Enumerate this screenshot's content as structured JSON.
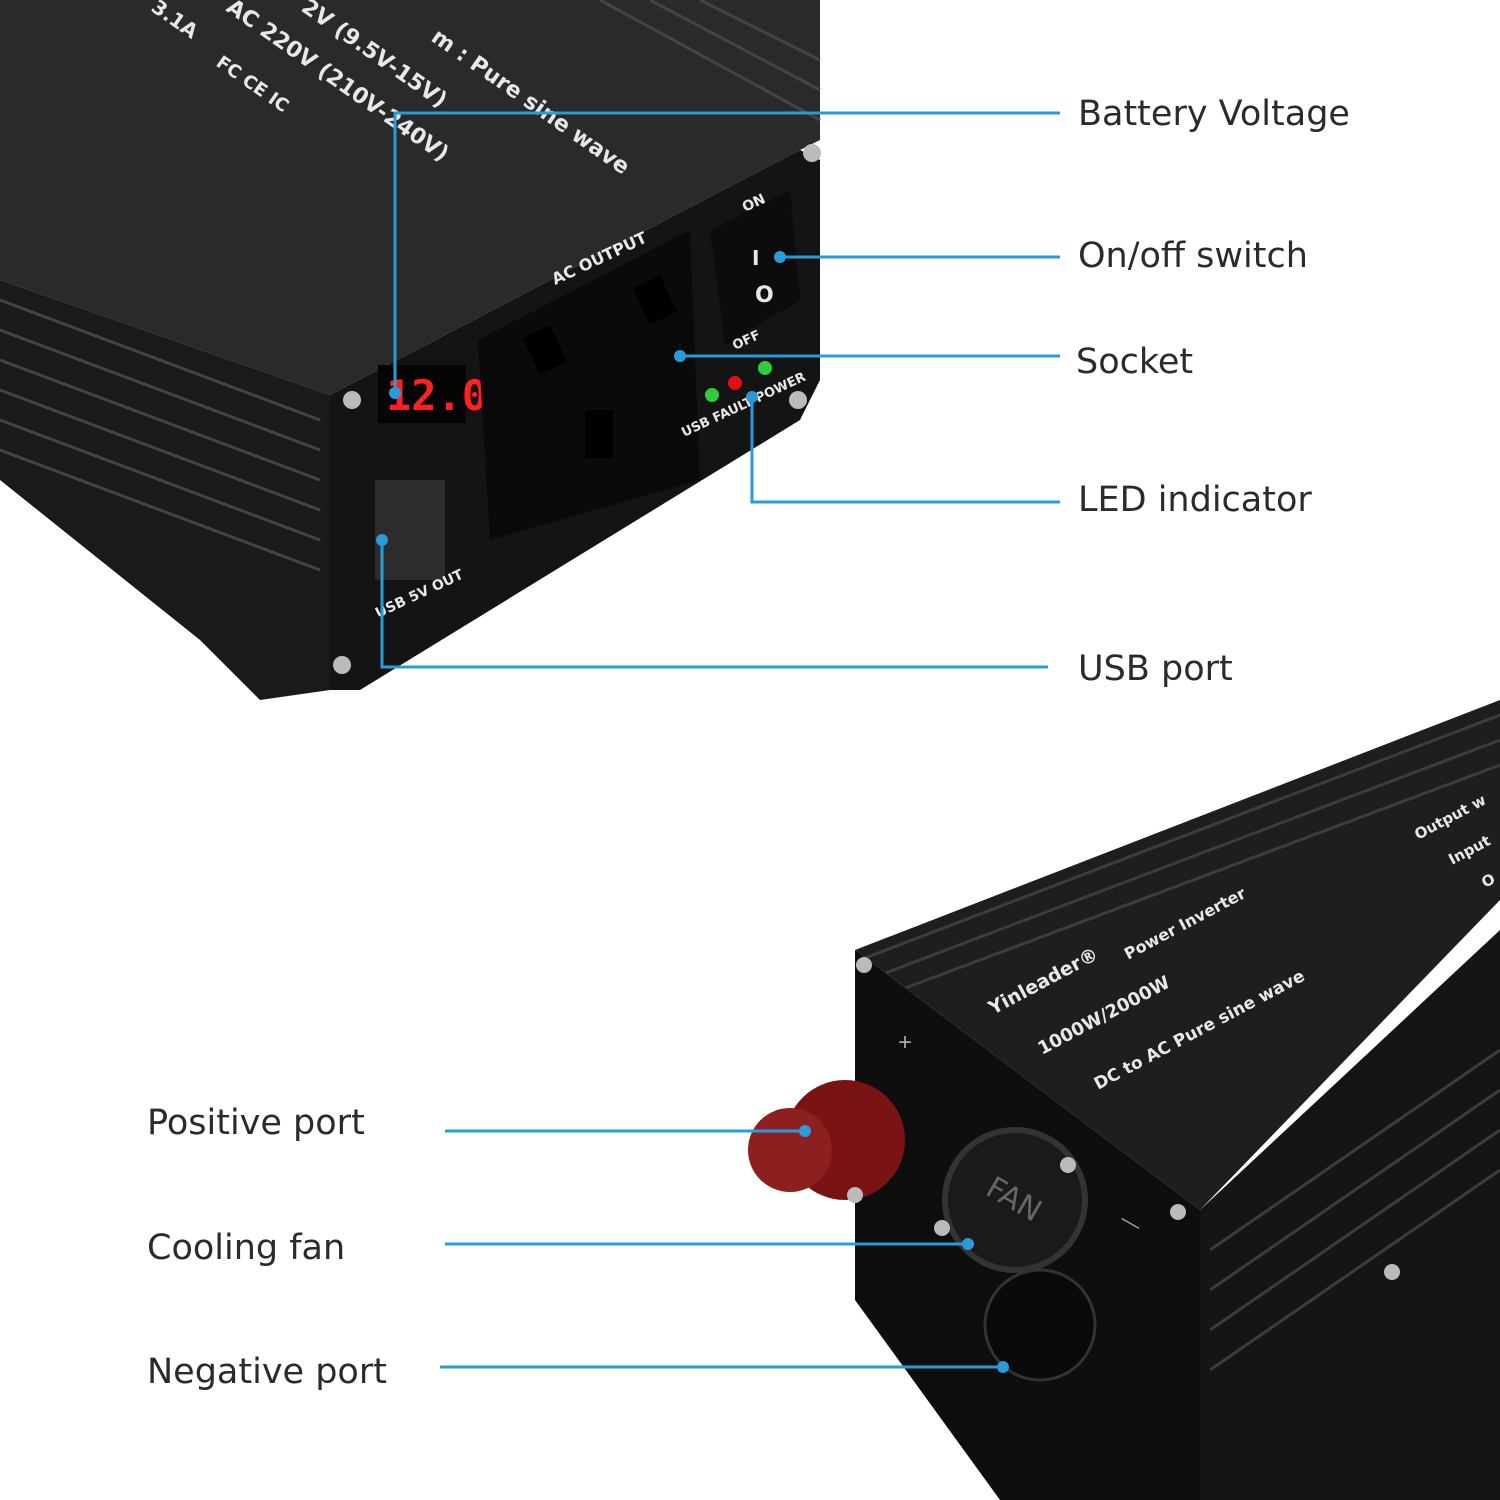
{
  "colors": {
    "callout_line": "#2a9ad8",
    "label_text": "#2b2b2b",
    "device_body": "#1c1c1c",
    "display_digits": "#ff2020",
    "positive_terminal": "#7a1414",
    "led_green": "#2ecc40",
    "led_red": "#e01010"
  },
  "callouts": {
    "battery_voltage": "Battery Voltage",
    "on_off_switch": "On/off switch",
    "socket": "Socket",
    "led_indicator": "LED indicator",
    "usb_port": "USB port",
    "positive_port": "Positive port",
    "cooling_fan": "Cooling fan",
    "negative_port": "Negative port"
  },
  "top_device": {
    "spec_line_1": "m : Pure sine wave",
    "spec_line_2": "2V (9.5V-15V)",
    "spec_line_3": "AC 220V (210V-240V)",
    "spec_line_4": "3.1A",
    "cert_marks": "FC CE IC",
    "display_value": "12.0",
    "ac_output_label": "AC OUTPUT",
    "switch_on": "ON",
    "switch_off": "OFF",
    "switch_i": "I",
    "switch_o": "O",
    "led_labels": "USB FAULT POWER",
    "usb_label": "USB 5V OUT"
  },
  "bottom_device": {
    "brand": "Yinleader®",
    "product": "Power Inverter",
    "power": "1000W/2000W",
    "type": "DC to AC Pure sine wave",
    "spec_fragment_1": "Output w",
    "spec_fragment_2": "Input",
    "spec_fragment_3": "O",
    "fan_label": "FAN",
    "plus_mark": "+",
    "minus_mark": "—"
  }
}
